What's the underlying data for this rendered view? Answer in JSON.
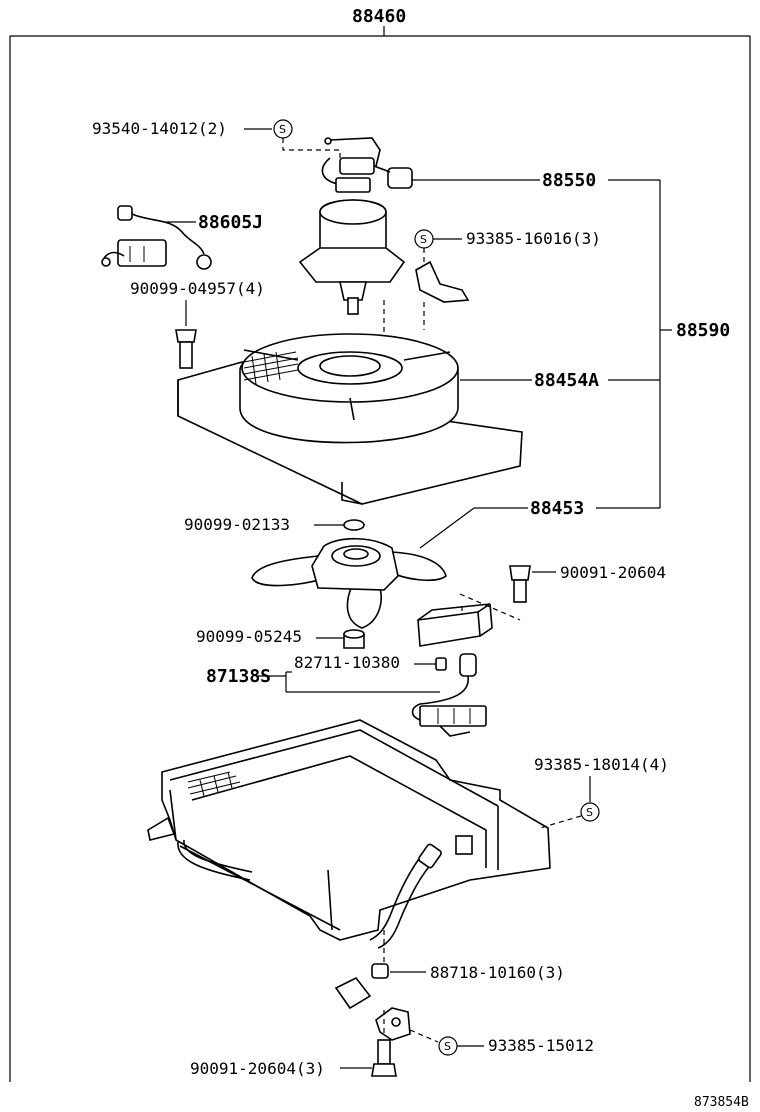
{
  "diagram": {
    "assembly_part": "88460",
    "image_code": "873854B",
    "symbol": "S",
    "labels": {
      "p93540": "93540-14012(2)",
      "p88550": "88550",
      "p88605J": "88605J",
      "p93385_16016": "93385-16016(3)",
      "p90099_04957": "90099-04957(4)",
      "p88590": "88590",
      "p88454A": "88454A",
      "p88453": "88453",
      "p90099_02133": "90099-02133",
      "p90091_20604": "90091-20604",
      "p90099_05245": "90099-05245",
      "p82711": "82711-10380",
      "p87138S": "87138S",
      "p93385_18014": "93385-18014(4)",
      "p88718": "88718-10160(3)",
      "p93385_15012": "93385-15012",
      "p90091_20604_3": "90091-20604(3)"
    }
  }
}
